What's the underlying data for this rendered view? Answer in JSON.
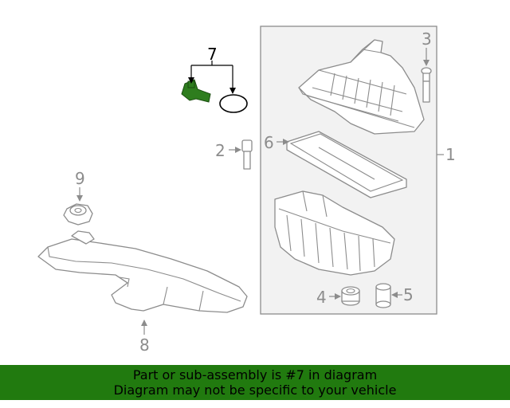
{
  "diagram": {
    "callouts": {
      "c1": "1",
      "c2": "2",
      "c3": "3",
      "c4": "4",
      "c5": "5",
      "c6": "6",
      "c7": "7",
      "c8": "8",
      "c9": "9"
    },
    "highlighted_callout": "7",
    "colors": {
      "line": "#8c8c8c",
      "highlight_part": "#2e7d1e",
      "highlight_text": "#000000"
    }
  },
  "banner": {
    "line1": "Part or sub-assembly is #7 in diagram",
    "line2": "Diagram may not be specific to your vehicle",
    "background": "#217a0f"
  }
}
